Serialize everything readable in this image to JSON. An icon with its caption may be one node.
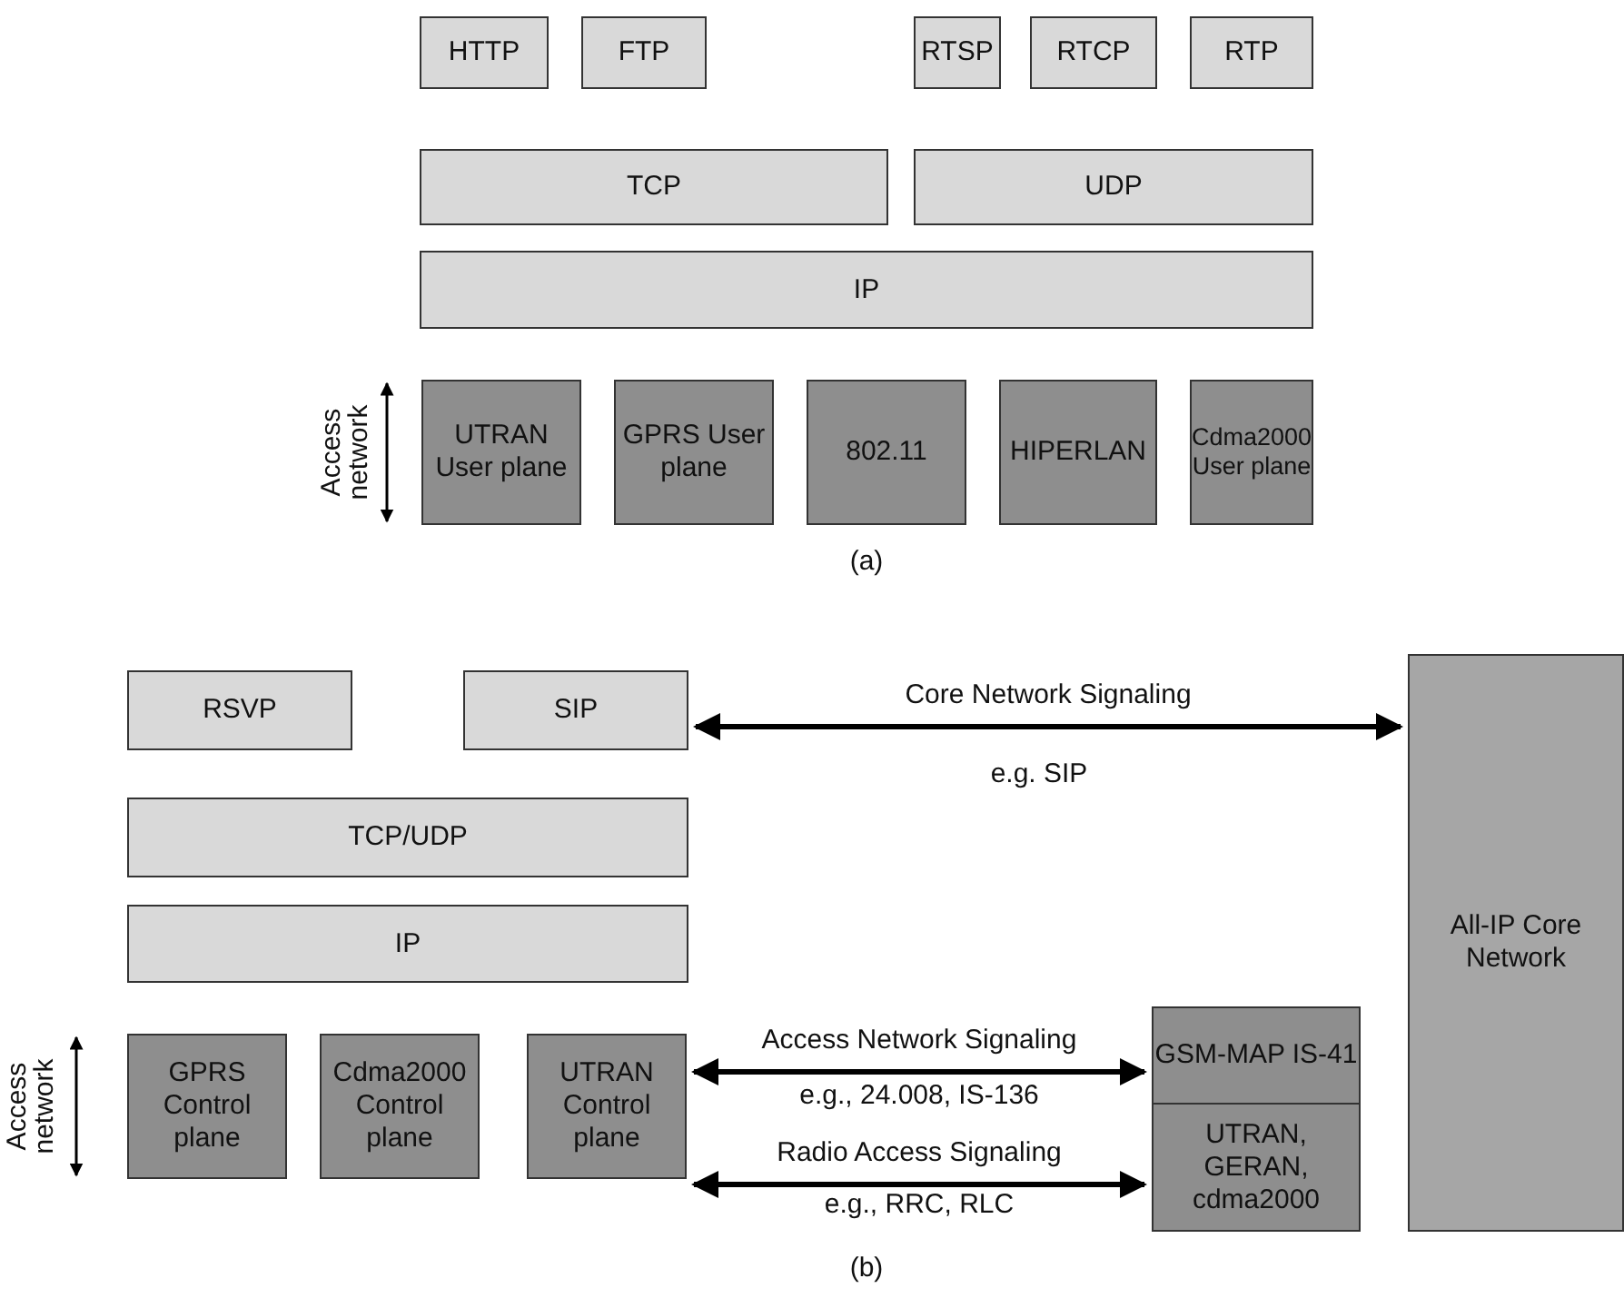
{
  "diagram": {
    "nodes": [
      {
        "text": [
          "HTTP"
        ]
      },
      {
        "text": [
          "FTP"
        ]
      },
      {
        "text": [
          "RTSP"
        ]
      },
      {
        "text": [
          "RTCP"
        ]
      },
      {
        "text": [
          "RTP"
        ]
      },
      {
        "text": [
          "TCP"
        ]
      },
      {
        "text": [
          "UDP"
        ]
      },
      {
        "text": [
          "IP"
        ]
      },
      {
        "text": [
          "UTRAN User plane"
        ]
      },
      {
        "text": [
          "GPRS User plane"
        ]
      },
      {
        "text": [
          "802.11"
        ]
      },
      {
        "text": [
          "HIPERLAN"
        ]
      },
      {
        "text": [
          "Cdma2000 User plane"
        ]
      },
      {
        "text": [
          "RSVP"
        ]
      },
      {
        "text": [
          "SIP"
        ]
      },
      {
        "text": [
          "TCP/UDP"
        ]
      },
      {
        "text": [
          "IP"
        ]
      },
      {
        "text": [
          "GPRS Control plane"
        ]
      },
      {
        "text": [
          "Cdma2000 Control plane"
        ]
      },
      {
        "text": [
          "UTRAN Control plane"
        ]
      },
      {
        "text": [
          "GSM-MAP IS-41"
        ]
      },
      {
        "text": [
          "UTRAN, GERAN, cdma2000"
        ]
      },
      {
        "text": [
          "All-IP Core Network"
        ]
      }
    ],
    "edges": [
      {
        "from": 14,
        "to": 22,
        "arrow": "both",
        "label": "Core Network Signaling"
      },
      {
        "from": 19,
        "to": 20,
        "arrow": "both",
        "label": "Access Network Signaling"
      },
      {
        "from": 19,
        "to": 21,
        "arrow": "both",
        "label": "Radio Access Signaling"
      }
    ],
    "labels": [
      "Access network",
      "(a)",
      "e.g. SIP",
      "Access network",
      "e.g., 24.008, IS-136",
      "e.g., RRC, RLC",
      "(b)"
    ]
  }
}
